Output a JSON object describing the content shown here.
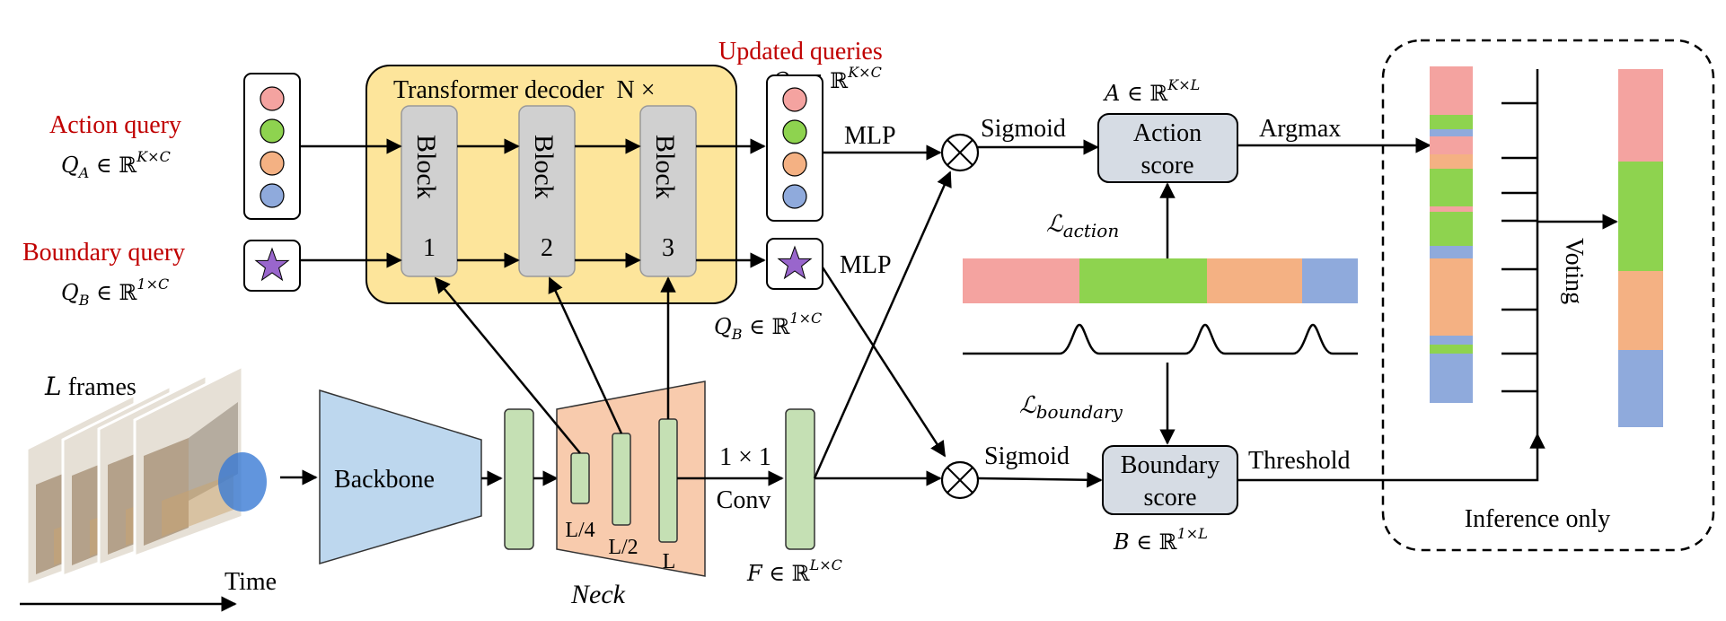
{
  "labels": {
    "updated_queries": "Updated queries",
    "qa_updated": "Q_A ∈ ℝ^{K×C}",
    "transformer_decoder": "Transformer decoder  N ×",
    "action_query": "Action query",
    "qa": "Q_A ∈ ℝ^{K×C}",
    "boundary_query": "Boundary query",
    "qb": "Q_B ∈ ℝ^{1×C}",
    "qb_updated": "Q_B ∈ ℝ^{1×C}",
    "block1": "Block",
    "block1_num": "1",
    "block2": "Block",
    "block2_num": "2",
    "block3": "Block",
    "block3_num": "3",
    "mlp_top": "MLP",
    "mlp_bottom": "MLP",
    "sigmoid_top": "Sigmoid",
    "sigmoid_bottom": "Sigmoid",
    "a_space": "A ∈ ℝ^{K×L}",
    "action_score_1": "Action",
    "action_score_2": "score",
    "boundary_score_1": "Boundary",
    "boundary_score_2": "score",
    "b_space": "B ∈ ℝ^{1×L}",
    "argmax": "Argmax",
    "threshold": "Threshold",
    "loss_action": "ℒ_action",
    "loss_boundary": "ℒ_boundary",
    "l_frames": "L frames",
    "time": "Time",
    "backbone": "Backbone",
    "neck": "Neck",
    "l4": "L/4",
    "l2": "L/2",
    "l": "L",
    "conv_1": "1 × 1",
    "conv_2": "Conv",
    "f_space": "F ∈ ℝ^{L×C}",
    "voting": "Voting",
    "inference_only": "Inference only"
  },
  "colors": {
    "pink": "#f4a3a0",
    "green": "#8ed34f",
    "orange": "#f4b183",
    "blue": "#8faadc",
    "purple": "#9966cc",
    "decoder_bg": "#fde59b",
    "block_bg": "#d0d0d0",
    "backbone": "#bdd7ee",
    "neck": "#f8cbad",
    "feature": "#c5e0b4",
    "score_box": "#d6dce4",
    "red_text": "#c00000"
  },
  "action_bar": [
    "pink",
    "green",
    "orange",
    "blue"
  ],
  "seg_before_voting": [
    "pink",
    "green",
    "blue",
    "pink",
    "orange",
    "green",
    "pink",
    "green",
    "blue",
    "orange",
    "blue",
    "green",
    "blue"
  ],
  "seg_after_voting": [
    "pink",
    "green",
    "orange",
    "blue"
  ]
}
